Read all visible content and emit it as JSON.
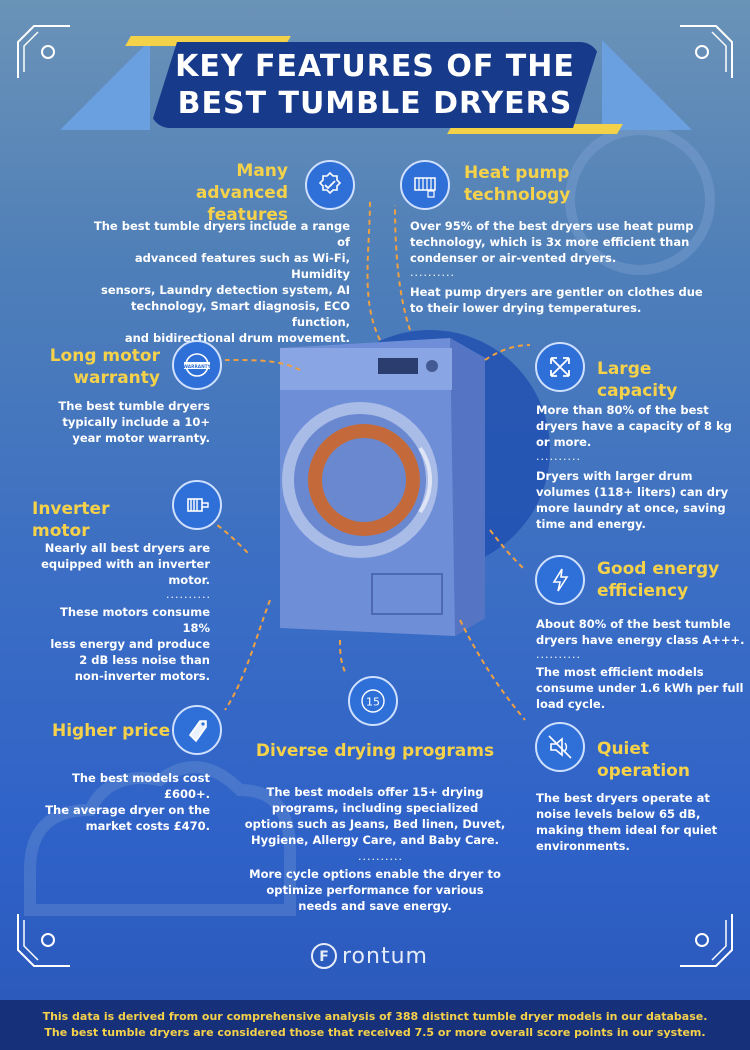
{
  "title": {
    "line1": "KEY FEATURES OF THE",
    "line2": "BEST TUMBLE DRYERS"
  },
  "features": {
    "advanced": {
      "heading1": "Many advanced",
      "heading2": "features",
      "text": [
        "The best tumble dryers include a range of",
        "advanced features such as Wi-Fi, Humidity",
        "sensors, Laundry detection system, AI",
        "technology, Smart diagnosis, ECO function,",
        "and bidirectional drum movement."
      ],
      "icon": "badge-check-icon"
    },
    "heat_pump": {
      "heading1": "Heat pump",
      "heading2": "technology",
      "text1": [
        "Over 95% of the best dryers use heat pump",
        "technology, which is 3x more efficient than",
        "condenser or air-vented dryers."
      ],
      "dots": "..........",
      "text2": [
        "Heat pump dryers are gentler on clothes due",
        "to their lower drying temperatures."
      ],
      "icon": "heat-pump-icon"
    },
    "warranty": {
      "heading1": "Long motor",
      "heading2": "warranty",
      "text": [
        "The best tumble dryers",
        "typically include a 10+",
        "year motor warranty."
      ],
      "badge_text": "WARRANTY",
      "icon": "warranty-badge-icon"
    },
    "capacity": {
      "heading": "Large capacity",
      "text1": [
        "More than 80% of the best",
        "dryers have a capacity of 8 kg",
        "or more."
      ],
      "dots": "..........",
      "text2": [
        "Dryers with larger drum",
        "volumes (118+ liters) can dry",
        "more laundry at once, saving",
        "time and energy."
      ],
      "icon": "expand-arrows-icon"
    },
    "inverter": {
      "heading": "Inverter motor",
      "text1": [
        "Nearly all best dryers  are",
        "equipped with an inverter",
        "motor."
      ],
      "dots": "..........",
      "text2": [
        "These motors consume 18%",
        "less energy and produce",
        "2 dB less noise than",
        "non-inverter motors."
      ],
      "icon": "motor-icon"
    },
    "energy": {
      "heading1": "Good energy",
      "heading2": "efficiency",
      "text1": [
        "About 80% of the best tumble",
        "dryers have energy class A+++."
      ],
      "dots": "..........",
      "text2": [
        "The most efficient models",
        "consume under 1.6 kWh per full",
        "load cycle."
      ],
      "icon": "lightning-icon"
    },
    "price": {
      "heading": "Higher price",
      "text": [
        "The best models cost £600+.",
        "The average dryer on the",
        "market costs £470."
      ],
      "icon": "price-tag-icon"
    },
    "programs": {
      "heading": "Diverse drying programs",
      "number": "15",
      "text1": [
        "The best models offer 15+ drying",
        "programs, including specialized",
        "options such as Jeans, Bed linen, Duvet,",
        "Hygiene, Allergy Care, and Baby Care."
      ],
      "dots": "..........",
      "text2": [
        "More cycle options enable the dryer to",
        "optimize performance for various",
        "needs and save energy."
      ],
      "icon": "number-circle-icon"
    },
    "quiet": {
      "heading": "Quiet operation",
      "text": [
        "The best dryers operate at",
        "noise levels below 65 dB,",
        "making them ideal for quiet",
        "environments."
      ],
      "icon": "mute-speaker-icon"
    }
  },
  "logo": {
    "text": "rontum",
    "letter": "F"
  },
  "footer": {
    "line1": "This data is derived from our comprehensive analysis of 388 distinct tumble dryer models in our database.",
    "line2": "The best tumble dryers are considered those that received 7.5 or more overall score points in our system."
  },
  "colors": {
    "accent": "#f6d24a",
    "navy": "#173a8a",
    "arrow": "#f0a040"
  }
}
